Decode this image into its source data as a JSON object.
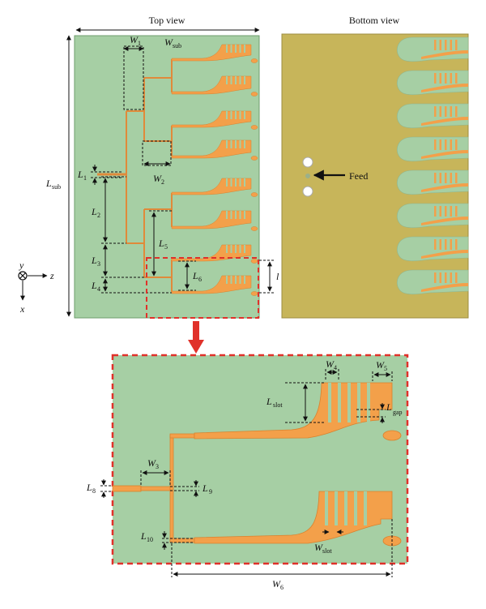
{
  "titles": {
    "top_view": "Top view",
    "bottom_view": "Bottom view",
    "feed": "Feed"
  },
  "axes": {
    "y": "y",
    "z": "z",
    "x": "x"
  },
  "dims_top": {
    "W1": {
      "main": "W",
      "sub": "1"
    },
    "Wsub": {
      "main": "W",
      "sub": "sub"
    },
    "Lsub": {
      "main": "L",
      "sub": "sub"
    },
    "L1": {
      "main": "L",
      "sub": "1"
    },
    "W2": {
      "main": "W",
      "sub": "2"
    },
    "L2": {
      "main": "L",
      "sub": "2"
    },
    "L5": {
      "main": "L",
      "sub": "5"
    },
    "L3": {
      "main": "L",
      "sub": "3"
    },
    "L6": {
      "main": "L",
      "sub": "6"
    },
    "L4": {
      "main": "L",
      "sub": "4"
    },
    "L7": {
      "main": "l",
      "sub": ""
    }
  },
  "dims_zoom": {
    "W4": {
      "main": "W",
      "sub": "4"
    },
    "W5": {
      "main": "W",
      "sub": "5"
    },
    "Lslot": {
      "main": "L",
      "sub": "slot"
    },
    "Lgap": {
      "main": "L",
      "sub": "gap"
    },
    "W3": {
      "main": "W",
      "sub": "3"
    },
    "L8": {
      "main": "L",
      "sub": "8"
    },
    "L9": {
      "main": "L",
      "sub": "9"
    },
    "L10": {
      "main": "L",
      "sub": "10"
    },
    "Wslot": {
      "main": "W",
      "sub": "slot"
    },
    "W6": {
      "main": "W",
      "sub": "6"
    }
  },
  "colors": {
    "substrate": "#a6cfa4",
    "copper": "#f3a04a",
    "ground": "#c7b55a",
    "highlight": "#e0312a"
  }
}
